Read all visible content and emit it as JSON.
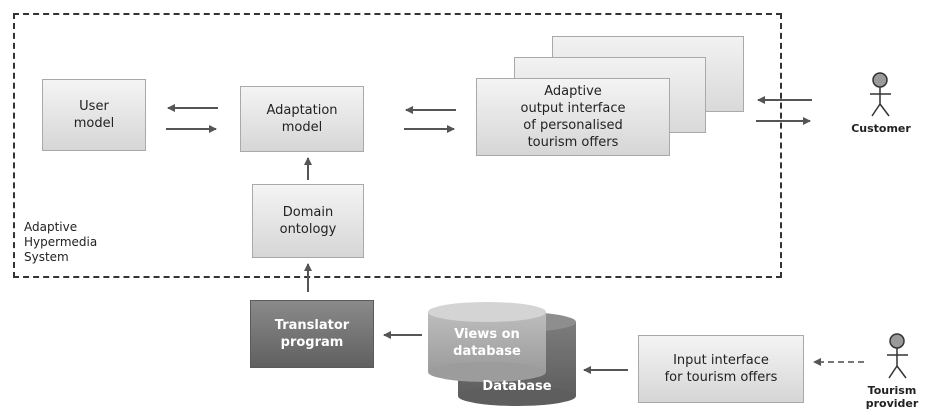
{
  "system": {
    "label": "Adaptive\nHypermedia\nSystem"
  },
  "boxes": {
    "user_model": "User\nmodel",
    "adaptation_model": "Adaptation\nmodel",
    "domain_ontology": "Domain\nontology",
    "output_interface": "Adaptive\noutput interface\nof personalised\ntourism offers",
    "translator": "Translator\nprogram",
    "input_interface": "Input interface\nfor tourism offers"
  },
  "database": {
    "views": "Views on\ndatabase",
    "db": "Database"
  },
  "actors": {
    "customer": "Customer",
    "provider": "Tourism\nprovider"
  }
}
